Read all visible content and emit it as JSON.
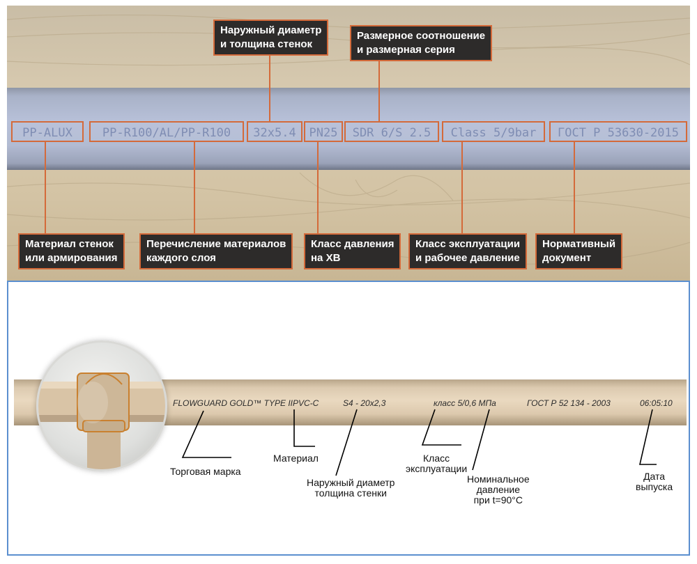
{
  "top": {
    "pipe_segments": [
      {
        "id": "material",
        "text": "PP-ALUX"
      },
      {
        "id": "layers",
        "text": "PP-R100/AL/PP-R100"
      },
      {
        "id": "size",
        "text": "32x5.4"
      },
      {
        "id": "pn",
        "text": "PN25"
      },
      {
        "id": "sdr",
        "text": "SDR 6/S 2.5"
      },
      {
        "id": "class",
        "text": "Class 5/9bar"
      },
      {
        "id": "gost",
        "text": "ГОСТ Р 53630-2015"
      }
    ],
    "callouts": {
      "diameter": [
        "Наружный диаметр",
        "и толщина стенок"
      ],
      "ratio": [
        "Размерное соотношение",
        "и размерная серия"
      ],
      "material": [
        "Материал стенок",
        "или армирования"
      ],
      "layers": [
        "Перечисление материалов",
        "каждого слоя"
      ],
      "pressure_class": [
        "Класс давления",
        "на ХВ"
      ],
      "operation_class": [
        "Класс эксплуатации",
        "и рабочее давление"
      ],
      "normative": [
        "Нормативный",
        "документ"
      ]
    }
  },
  "bottom": {
    "pipe_print": {
      "brand": "FLOWGUARD GOLD™ TYPE II",
      "material": "PVC-C",
      "size": "S4 - 20x2,3",
      "class": "класс 5/0,6 МПа",
      "gost": "ГОСТ Р 52 134 - 2003",
      "date": "06:05:10"
    },
    "labels": {
      "brand": [
        "Торговая марка"
      ],
      "material": [
        "Материал"
      ],
      "diameter": [
        "Наружный диаметр",
        "толщина стенки"
      ],
      "class": [
        "Класс",
        "эксплуатации"
      ],
      "pressure": [
        "Номинальное",
        "давление",
        "при t=90°C"
      ],
      "date": [
        "Дата",
        "выпуска"
      ]
    }
  },
  "colors": {
    "accent": "#d46a3a",
    "callout_bg": "#2d2b2a",
    "frame": "#5b8fcf",
    "pipe_gray": "#b7c0d8",
    "pipe_beige": "#ead9c0"
  }
}
